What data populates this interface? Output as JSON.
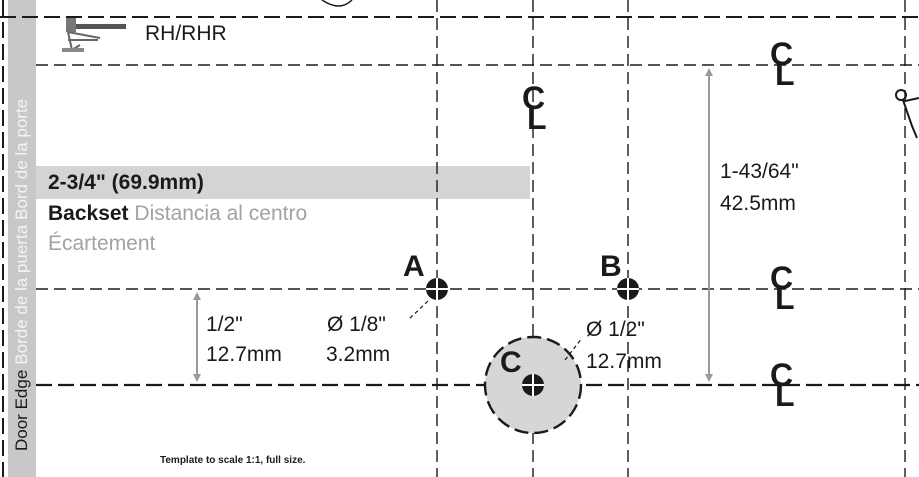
{
  "handing": "RH/RHR",
  "door_edge": {
    "en": "Door Edge",
    "es": "Borde de la puerta",
    "fr": "Bord de la porte"
  },
  "backset": {
    "dimension": "2-3/4\" (69.9mm)",
    "label_en": "Backset",
    "label_es": "Distancia al centro",
    "label_fr": "Écartement"
  },
  "centerline": {
    "c": "C",
    "l": "L"
  },
  "points": {
    "a": "A",
    "b": "B",
    "c": "C"
  },
  "dims": {
    "vertical_left_in": "1/2\"",
    "vertical_left_mm": "12.7mm",
    "hole_small_in": "Ø 1/8\"",
    "hole_small_mm": "3.2mm",
    "hole_large_in": "Ø 1/2\"",
    "hole_large_mm": "12.7mm",
    "vertical_right_in": "1-43/64\"",
    "vertical_right_mm": "42.5mm"
  },
  "note": "Template to scale 1:1, full size.",
  "colors": {
    "strip": "#c8c8c8",
    "bar": "#d4d4d4",
    "hole_fill": "#d6d6d6",
    "ink": "#1a1a1a",
    "arrow": "#999999"
  }
}
